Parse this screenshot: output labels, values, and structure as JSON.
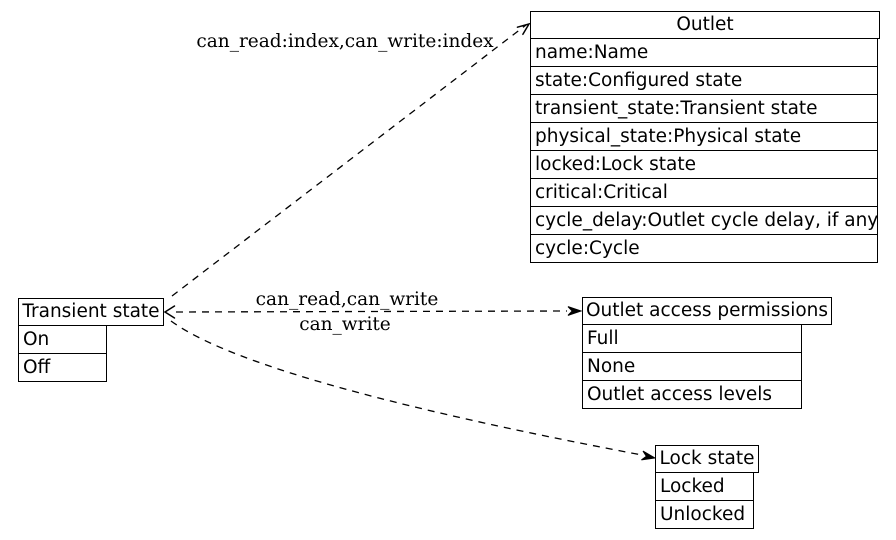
{
  "nodes": {
    "outlet": {
      "title": "Outlet",
      "rows": [
        "name:Name",
        "state:Configured state",
        "transient_state:Transient state",
        "physical_state:Physical state",
        "locked:Lock state",
        "critical:Critical",
        "cycle_delay:Outlet cycle delay, if any",
        "cycle:Cycle"
      ]
    },
    "transient_state": {
      "title": "Transient state",
      "rows": [
        "On",
        "Off"
      ]
    },
    "outlet_access_permissions": {
      "title": "Outlet access permissions",
      "rows": [
        "Full",
        "None",
        "Outlet access levels"
      ]
    },
    "lock_state": {
      "title": "Lock state",
      "rows": [
        "Locked",
        "Unlocked"
      ]
    }
  },
  "edges": [
    {
      "from": "Transient state",
      "to": "Outlet",
      "label": "can_read:index,can_write:index",
      "style": "dashed",
      "head": "open-vee"
    },
    {
      "from": "Transient state",
      "to": "Outlet access permissions",
      "label": "can_read,can_write",
      "style": "dashed",
      "head": "filled",
      "tail": "open-vee"
    },
    {
      "from": "Transient state",
      "to": "Lock state",
      "label": "can_write",
      "style": "dashed",
      "head": "filled"
    }
  ],
  "colors": {
    "background": "#ffffff",
    "stroke": "#000000",
    "text": "#000000"
  }
}
